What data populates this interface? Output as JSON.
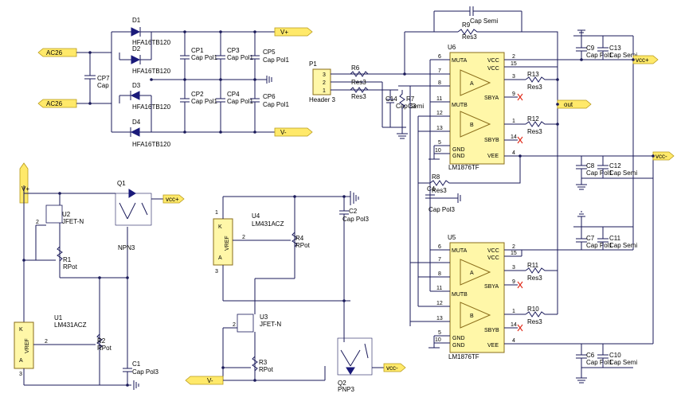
{
  "ports": {
    "ac26_top": "AC26",
    "ac26_bottom": "AC26",
    "vplus_top": "V+",
    "vminus_top": "V-",
    "vplus_left": "V+",
    "vminus_bottom": "V-",
    "vcc_plus_q1": "vcc+",
    "vcc_minus_q2": "vcc-",
    "vcc_plus_right": "vcc+",
    "vcc_minus_right": "vcc-",
    "out": "out"
  },
  "parts": {
    "d1": {
      "ref": "D1",
      "value": "HFA16TB120"
    },
    "d2": {
      "ref": "D2",
      "value": "HFA16TB120"
    },
    "d3": {
      "ref": "D3",
      "value": "HFA16TB120"
    },
    "d4": {
      "ref": "D4",
      "value": "HFA16TB120"
    },
    "cp7": {
      "ref": "CP7",
      "value": "Cap"
    },
    "cp1": {
      "ref": "CP1",
      "value": "Cap Pol1"
    },
    "cp2": {
      "ref": "CP2",
      "value": "Cap Pol1"
    },
    "cp3": {
      "ref": "CP3",
      "value": "Cap Pol1"
    },
    "cp4": {
      "ref": "CP4",
      "value": "Cap Pol1"
    },
    "cp5": {
      "ref": "CP5",
      "value": "Cap Pol1"
    },
    "cp6": {
      "ref": "CP6",
      "value": "Cap Pol1"
    },
    "p1": {
      "ref": "P1",
      "value": "Header 3",
      "pins": [
        "3",
        "2",
        "1"
      ]
    },
    "r6": {
      "ref": "R6",
      "value": "Res3"
    },
    "r7": {
      "ref": "R7",
      "value": "Res3"
    },
    "r9": {
      "ref": "R9",
      "value": "Res3"
    },
    "r8": {
      "ref": "R8",
      "value": "Res3"
    },
    "c3": {
      "ref": "C3",
      "value": "Cap Semi"
    },
    "c14": {
      "ref": "C14",
      "value": "Cap Semi"
    },
    "c4": {
      "ref": "C4",
      "value": "Cap Pol3"
    },
    "u6": {
      "ref": "U6",
      "value": "LM1876TF"
    },
    "u5": {
      "ref": "U5",
      "value": "LM1876TF"
    },
    "r13": {
      "ref": "R13",
      "value": "Res3"
    },
    "r12": {
      "ref": "R12",
      "value": "Res3"
    },
    "r11": {
      "ref": "R11",
      "value": "Res3"
    },
    "r10": {
      "ref": "R10",
      "value": "Res3"
    },
    "c9": {
      "ref": "C9",
      "value": "Cap Pol1"
    },
    "c13": {
      "ref": "C13",
      "value": "Cap Semi"
    },
    "c8": {
      "ref": "C8",
      "value": "Cap Pol1"
    },
    "c12": {
      "ref": "C12",
      "value": "Cap Semi"
    },
    "c7": {
      "ref": "C7",
      "value": "Cap Pol1"
    },
    "c11": {
      "ref": "C11",
      "value": "Cap Semi"
    },
    "c6": {
      "ref": "C6",
      "value": "Cap Pol1"
    },
    "c10": {
      "ref": "C10",
      "value": "Cap Semi"
    },
    "q1": {
      "ref": "Q1",
      "value": "NPN3"
    },
    "q2": {
      "ref": "Q2",
      "value": "PNP3"
    },
    "u2": {
      "ref": "U2",
      "value": "JFET-N"
    },
    "u3": {
      "ref": "U3",
      "value": "JFET-N"
    },
    "u1": {
      "ref": "U1",
      "value": "LM431ACZ"
    },
    "u4": {
      "ref": "U4",
      "value": "LM431ACZ"
    },
    "r1": {
      "ref": "R1",
      "value": "RPot"
    },
    "r2": {
      "ref": "R2",
      "value": "RPot"
    },
    "r3": {
      "ref": "R3",
      "value": "RPot"
    },
    "r4": {
      "ref": "R4",
      "value": "RPot"
    },
    "c1": {
      "ref": "C1",
      "value": "Cap Pol3"
    },
    "c2": {
      "ref": "C2",
      "value": "Cap Pol3"
    }
  },
  "chip_pins": {
    "muta": "MUTA",
    "mutb": "MUTB",
    "vcc": "VCC",
    "sbya": "SBYA",
    "sbyb": "SBYB",
    "gnd": "GND",
    "vee": "VEE",
    "a": "A",
    "b": "B",
    "vref": "VREF",
    "k": "K",
    "a_pin": "A"
  },
  "pin_numbers": {
    "n1": "1",
    "n2": "2",
    "n3": "3",
    "n4": "4",
    "n5": "5",
    "n6": "6",
    "n7": "7",
    "n8": "8",
    "n9": "9",
    "n10": "10",
    "n11": "11",
    "n12": "12",
    "n13": "13",
    "n14": "14",
    "n15": "15"
  }
}
